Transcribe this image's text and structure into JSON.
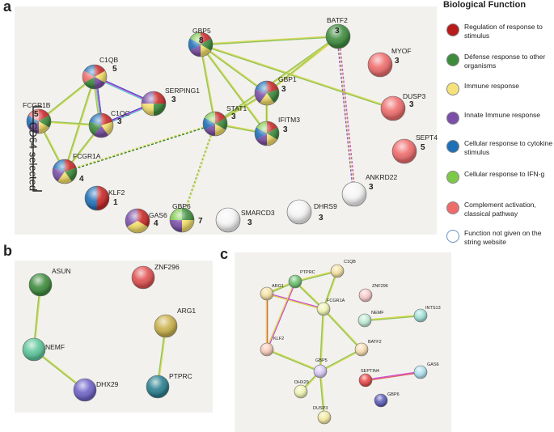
{
  "panels": {
    "a": "a",
    "b": "b",
    "c": "c"
  },
  "legend": {
    "title": "Biological Function",
    "items": [
      {
        "label": "Regulation of response to stimulus",
        "color": "#b71c1c"
      },
      {
        "label": "Défense response to other organisms",
        "color": "#3d8b3d"
      },
      {
        "label": "Immune response",
        "color": "#f6e27a"
      },
      {
        "label": "Innate Immune response",
        "color": "#7b4fa8"
      },
      {
        "label": "Cellular response to cytokine stimulus",
        "color": "#1f6fb6"
      },
      {
        "label": "Cellular response to IFN-g",
        "color": "#7cc94a"
      },
      {
        "label": "Complement activation, classical pathway",
        "color": "#ee6b6b"
      },
      {
        "label": "Function not given on the string website",
        "color": "#ffffff"
      }
    ]
  },
  "annotation": "CD64 selected",
  "panel_a": {
    "nodes": [
      {
        "name": "GBP5",
        "count": "8"
      },
      {
        "name": "BATF2",
        "count": "3"
      },
      {
        "name": "MYOF",
        "count": "3"
      },
      {
        "name": "C1QB",
        "count": "5"
      },
      {
        "name": "SERPING1",
        "count": "3"
      },
      {
        "name": "GBP1",
        "count": "3"
      },
      {
        "name": "DUSP3",
        "count": "3"
      },
      {
        "name": "FCGR1B",
        "count": "5"
      },
      {
        "name": "C1QC",
        "count": "3"
      },
      {
        "name": "STAT1",
        "count": "3"
      },
      {
        "name": "IFITM3",
        "count": "3"
      },
      {
        "name": "SEPT4",
        "count": "5"
      },
      {
        "name": "FCGR1A",
        "count": "4"
      },
      {
        "name": "KLF2",
        "count": "1"
      },
      {
        "name": "GAS6",
        "count": "4"
      },
      {
        "name": "GBP6",
        "count": "7"
      },
      {
        "name": "SMARCD3",
        "count": "3"
      },
      {
        "name": "DHRS9",
        "count": "3"
      },
      {
        "name": "ANKRD22",
        "count": "3"
      }
    ]
  },
  "panel_b": {
    "nodes": [
      {
        "name": "ASUN"
      },
      {
        "name": "ZNF296"
      },
      {
        "name": "ARG1"
      },
      {
        "name": "NEMF"
      },
      {
        "name": "DHX29"
      },
      {
        "name": "PTPRC"
      }
    ]
  },
  "panel_c": {
    "nodes": [
      {
        "name": "C1QB"
      },
      {
        "name": "PTPRC"
      },
      {
        "name": "ARG1"
      },
      {
        "name": "ZNF296"
      },
      {
        "name": "FCGR1A"
      },
      {
        "name": "NEMF"
      },
      {
        "name": "INTS13"
      },
      {
        "name": "KLF2"
      },
      {
        "name": "BATF2"
      },
      {
        "name": "GBP5"
      },
      {
        "name": "SEPTIN4"
      },
      {
        "name": "GAS6"
      },
      {
        "name": "DHX29"
      },
      {
        "name": "GBP6"
      },
      {
        "name": "DUSP3"
      }
    ]
  }
}
